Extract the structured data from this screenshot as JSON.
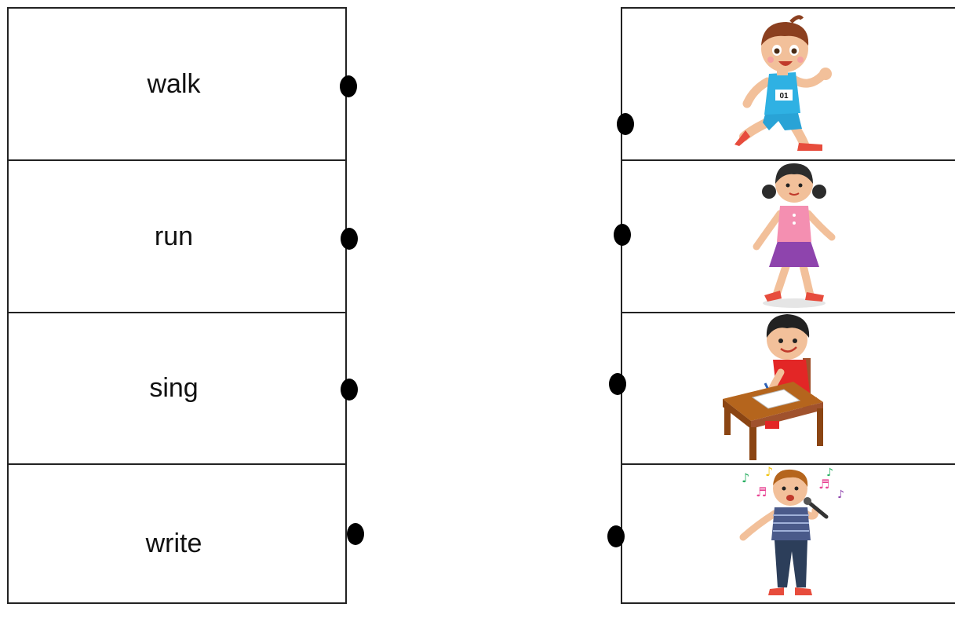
{
  "worksheet": {
    "words": [
      "walk",
      "run",
      "sing",
      "write"
    ],
    "pictures": [
      {
        "icon": "running-boy-icon",
        "jersey_number": "01"
      },
      {
        "icon": "walking-girl-icon"
      },
      {
        "icon": "writing-boy-icon"
      },
      {
        "icon": "singing-boy-icon"
      }
    ]
  },
  "colors": {
    "border": "#222222",
    "dot": "#000000"
  }
}
